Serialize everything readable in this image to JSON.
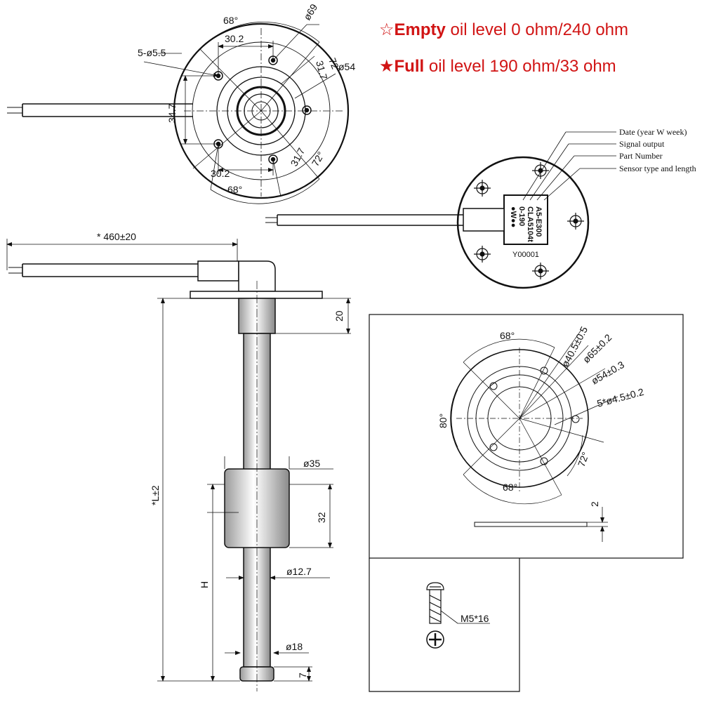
{
  "headlines": {
    "empty_star": "☆",
    "empty_word": "Empty",
    "empty_rest": " oil level 0 ohm/240 ohm",
    "full_star": "★",
    "full_word": "Full",
    "full_rest": " oil level 190 ohm/33 ohm",
    "color": "#d11414"
  },
  "top_flange_view": {
    "dims": {
      "angle_top": "68°",
      "angle_bottom": "68°",
      "angle_72_top": "72°",
      "angle_72_bottom": "72°",
      "d69": "ø69",
      "d54": "ø54",
      "holes": "5-ø5.5",
      "d30_2_top": "30.2",
      "d30_2_bottom": "30.2",
      "d31_7_top": "31.7",
      "d31_7_bottom": "31.7",
      "d34_7": "34.7"
    }
  },
  "label_view": {
    "callouts": [
      "Date (year W week)",
      "Signal output",
      "Part Number",
      "Sensor type and length"
    ],
    "label_lines": [
      "A5-E300",
      "CLA5104t",
      "0-190",
      "●W●●"
    ],
    "serial": "Y00001"
  },
  "side_view": {
    "cable_length": "* 460±20",
    "flange_height": "20",
    "total_length": "*L±2",
    "float_diameter": "ø35",
    "float_height": "32",
    "float_position": "H",
    "tube_diameter": "ø12.7",
    "stop_diameter": "ø18",
    "stop_height": "7"
  },
  "gasket_view": {
    "dims": {
      "angle_68_top": "68°",
      "angle_68_bottom": "68°",
      "angle_80": "80°",
      "angle_72": "72°",
      "d40_5": "ø40.5±0.5",
      "d65": "ø65±0.2",
      "d54": "ø54±0.3",
      "holes": "5*ø4.5±0.2",
      "thickness": "2"
    }
  },
  "screw_view": {
    "label": "M5*16"
  }
}
